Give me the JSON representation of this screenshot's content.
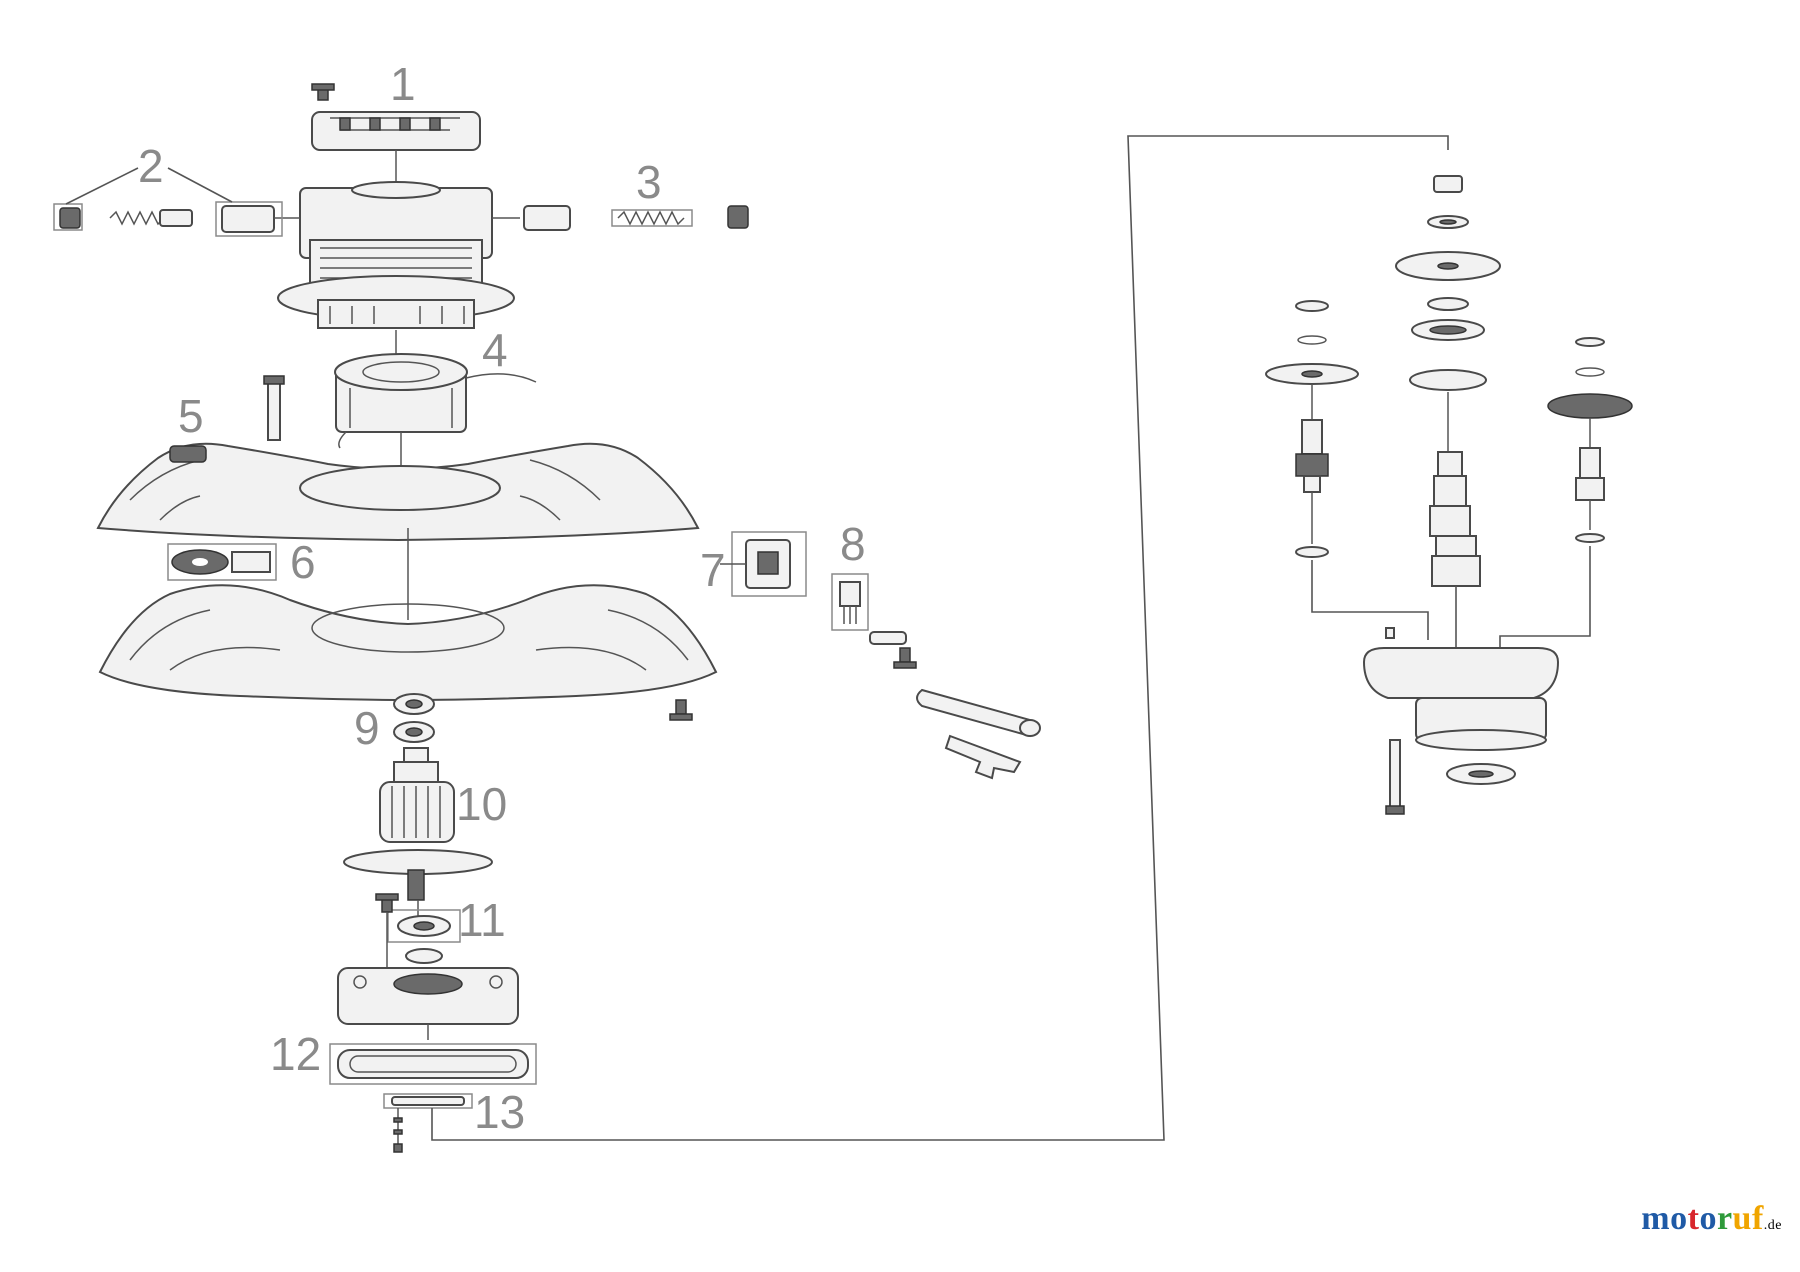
{
  "callouts": [
    "1",
    "2",
    "3",
    "4",
    "5",
    "6",
    "7",
    "8",
    "9",
    "10",
    "11",
    "12",
    "13"
  ],
  "watermark": {
    "brand": "motoruf",
    "tld": ".de",
    "colors": [
      "#1f5aa6",
      "#d8262c",
      "#2e9a3a",
      "#f0a500"
    ]
  }
}
